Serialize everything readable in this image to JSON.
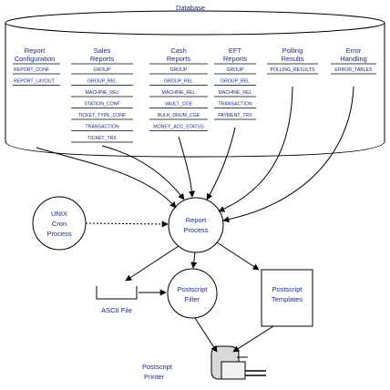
{
  "database": {
    "title": "Database",
    "groups": [
      {
        "header": [
          "Report",
          "Configuration"
        ],
        "items": [
          "REPORT_CONF",
          "REPORT_LAYOUT"
        ]
      },
      {
        "header": [
          "Sales",
          "Reports"
        ],
        "items": [
          "GROUP",
          "GROUP_REL",
          "MACHINE_REL",
          "STATION_CONF",
          "TICKET_TYPE_CONF",
          "TRANSACTION",
          "TICKET_TRX"
        ]
      },
      {
        "header": [
          "Cash",
          "Reports"
        ],
        "items": [
          "GROUP",
          "GROUP_REL",
          "MACHINE_REL",
          "VAULT_CGE",
          "BULK_DRUM_CGE",
          "MONEY_ACC_STATUS"
        ]
      },
      {
        "header": [
          "EFT",
          "Reports"
        ],
        "items": [
          "GROUP",
          "GROUP_REL",
          "MACHINE_REL",
          "TRANSACTION",
          "PAYMENT_TRX"
        ]
      },
      {
        "header": [
          "Polling",
          "Results"
        ],
        "items": [
          "POLLING_RESULTS"
        ]
      },
      {
        "header": [
          "Error",
          "Handling"
        ],
        "items": [
          "ERROR_TABLES"
        ]
      }
    ]
  },
  "nodes": {
    "unix_cron": [
      "UNIX",
      "Cron",
      "Process"
    ],
    "report_process": [
      "Report",
      "Process"
    ],
    "postscript_filter": [
      "Postscript",
      "Filter"
    ],
    "postscript_templates": [
      "Postscript",
      "Templates"
    ],
    "ascii_file": "ASCII File",
    "printer": [
      "Postscript",
      "Printer"
    ]
  }
}
